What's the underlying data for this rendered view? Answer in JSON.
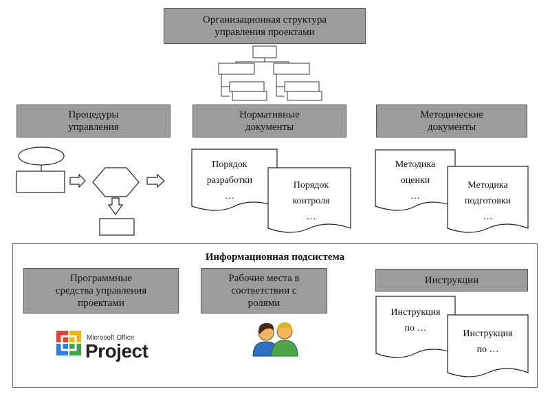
{
  "top_box": {
    "title": "Организационная структура\nуправления проектами"
  },
  "columns": {
    "procedures": {
      "title": "Процедуры\nуправления"
    },
    "normative": {
      "title": "Нормативные\nдокументы",
      "doc1": "Порядок\nразработки\n…",
      "doc2": "Порядок\nконтроля\n…"
    },
    "methodical": {
      "title": "Методические\nдокументы",
      "doc1": "Методика\nоценки\n…",
      "doc2": "Методика\nподготовки\n…"
    }
  },
  "info_subsystem": {
    "title": "Информационная подсистема",
    "software": {
      "title": "Программные\nсредства управления\nпроектами"
    },
    "workplaces": {
      "title": "Рабочие места в\nсоответствии с\nролями"
    },
    "instructions": {
      "title": "Инструкции",
      "doc1": "Инструкция\nпо …",
      "doc2": "Инструкция\nпо …"
    },
    "logo": {
      "small_text": "Microsoft Office",
      "big_text": "Project",
      "colors": [
        "#e8412b",
        "#f4b400",
        "#2b7fd8",
        "#3aa84a"
      ]
    },
    "people_icon_colors": {
      "person1": "#2f6fc1",
      "person2": "#4ca64a",
      "skin": "#f2b562"
    }
  }
}
